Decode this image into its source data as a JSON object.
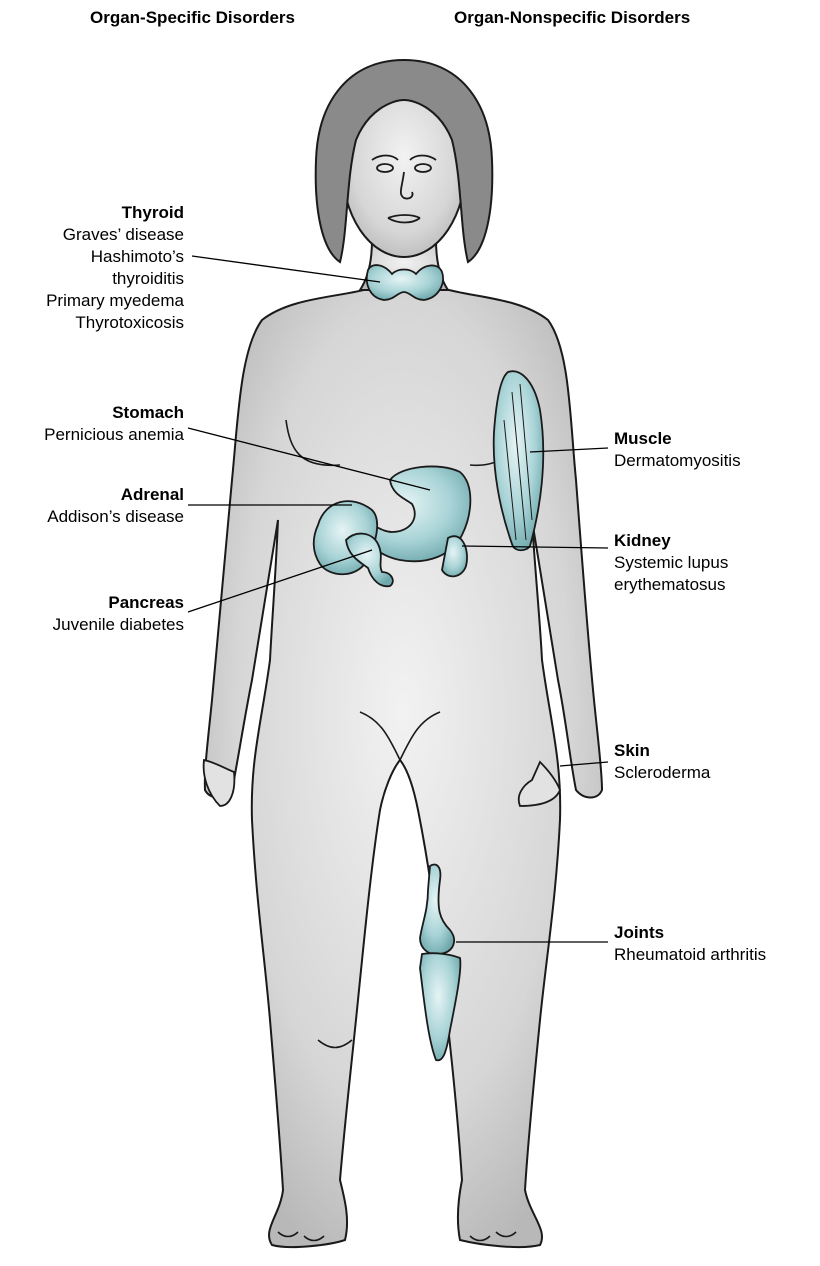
{
  "headings": {
    "left": "Organ-Specific Disorders",
    "right": "Organ-Nonspecific Disorders"
  },
  "labels": {
    "thyroid": {
      "name": "Thyroid",
      "lines": [
        "Graves’ disease",
        "Hashimoto’s",
        "thyroiditis",
        "Primary myedema",
        "Thyrotoxicosis"
      ]
    },
    "stomach": {
      "name": "Stomach",
      "lines": [
        "Pernicious anemia"
      ]
    },
    "adrenal": {
      "name": "Adrenal",
      "lines": [
        "Addison’s disease"
      ]
    },
    "pancreas": {
      "name": "Pancreas",
      "lines": [
        "Juvenile diabetes"
      ]
    },
    "muscle": {
      "name": "Muscle",
      "lines": [
        "Dermatomyositis"
      ]
    },
    "kidney": {
      "name": "Kidney",
      "lines": [
        "Systemic lupus",
        "erythematosus"
      ]
    },
    "skin": {
      "name": "Skin",
      "lines": [
        "Scleroderma"
      ]
    },
    "joints": {
      "name": "Joints",
      "lines": [
        "Rheumatoid arthritis"
      ]
    }
  },
  "colors": {
    "body_fill": "#d9d9d9",
    "hair_fill": "#8a8a8a",
    "organ_fill": "#a8d3d6",
    "outline": "#1a1a1a"
  }
}
